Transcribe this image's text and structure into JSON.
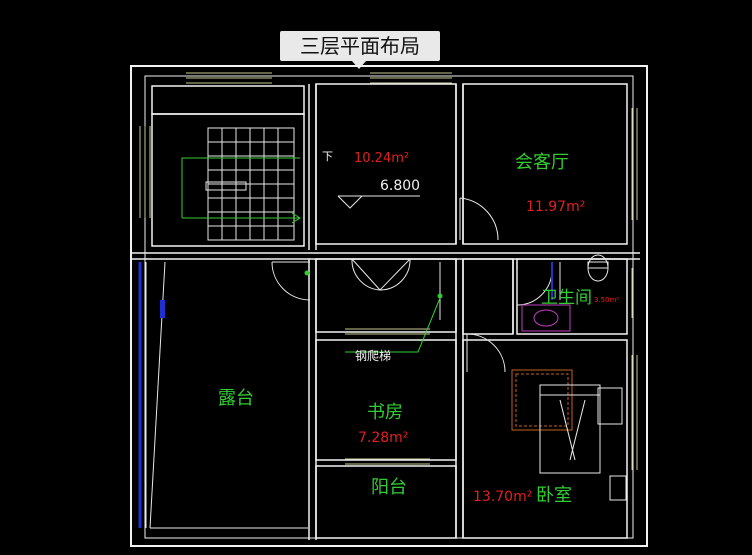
{
  "title": "三层平面布局",
  "labels": {
    "stair_area": "10.24m²",
    "elevation": "6.800",
    "living_room": "会客厅",
    "living_area": "11.97m²",
    "bathroom": "卫生间",
    "bath_area": "3.50m²",
    "steel_ladder": "钢爬梯",
    "terrace": "露台",
    "study": "书房",
    "study_area": "7.28m²",
    "balcony": "阳台",
    "bedroom_area": "13.70m²",
    "bedroom": "卧室",
    "stair_mark": "下"
  },
  "colors": {
    "background": "#000000",
    "wall": "#f2f2f2",
    "window": "#c8c890",
    "door": "#e8e8e8",
    "annotation_green": "#33cc33",
    "annotation_red": "#e02020",
    "fixture_magenta": "#c040c0",
    "terrace_blue": "#2030d0",
    "furniture_orange": "#c06020"
  }
}
